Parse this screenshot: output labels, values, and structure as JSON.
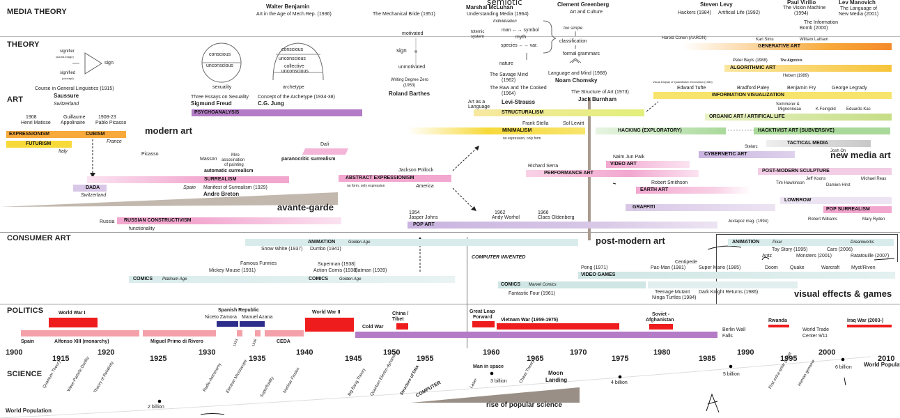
{
  "sections": {
    "media_theory": "MEDIA THEORY",
    "theory": "THEORY",
    "art": "ART",
    "consumer_art": "CONSUMER ART",
    "politics": "POLITICS",
    "science": "SCIENCE"
  },
  "big_labels": {
    "modern_art": "modern art",
    "avante_garde": "avante-garde",
    "post_modern_art": "post-modern art",
    "new_media_art": "new media art",
    "visual_effects": "visual effects & games",
    "computer_invented": "COMPUTER INVENTED",
    "rise_science": "rise of popular science",
    "world_population": "World Population",
    "world_population_right": "World Population"
  },
  "media_theory": {
    "benjamin_name": "Walter Benjamin",
    "benjamin_work": "Art in the Age of Mech.Rep. (1936)",
    "mechanical_bride": "The Mechanical Bride (1951)",
    "mcluhan_name": "Marshal McLuhan",
    "mcluhan_work": "Understanding Media (1964)",
    "greenberg_name": "Clement Greenberg",
    "greenberg_work": "Art and Culture",
    "levy_name": "Steven Levy",
    "levy_hackers": "Hackers (1984)",
    "levy_ai": "Artificial Life (1992)",
    "virilio_name": "Paul Virilio",
    "virilio_work": "The Vision Machine",
    "virilio_year": "(1994)",
    "manovich_name": "Lev Manovich",
    "manovich_work1": "The Language of",
    "manovich_work2": "New Media (2001)",
    "info_bomb1": "The Information",
    "info_bomb2": "Bomb (2000)",
    "handwritten": "semiotic"
  },
  "theory": {
    "signifier": "signifier",
    "sound_image": "(sound-image)",
    "signified": "signified",
    "concept": "(concept)",
    "sign": "sign",
    "saussure_work": "Course in General Linguistics (1915)",
    "saussure": "Saussure",
    "switzerland": "Switzerland",
    "conscious": "conscious",
    "unconscious": "unconscious",
    "sexuality": "sexuality",
    "jung_conscious": "conscious",
    "jung_unconscious": "unconscious",
    "collective1": "collective",
    "collective2": "unconscious",
    "archetype": "archetype",
    "freud_work": "Three Essays on Sexuality",
    "freud": "Sigmund Freud",
    "jung_work": "Concept of the Archetype (1934-38)",
    "jung": "C.G. Jung",
    "psychoanalysis": "PSYCHOANALYSIS",
    "motivated": "motivated",
    "sign2": "sign",
    "unmotivated": "unmotivated",
    "barthes_work1": "Writing Degree Zero",
    "barthes_work2": "(1953)",
    "barthes": "Roland Barthes",
    "individuation": "Individuation",
    "totemic1": "totemic",
    "totemic2": "system",
    "man_symbol": "man ←→ symbol",
    "myth": "myth",
    "species_var": "species ←→ var.",
    "nature": "nature",
    "too_simple": "too simple",
    "classification": "classification",
    "formal_grammars": "formal grammars",
    "savage1": "The Savage Mind",
    "savage2": "(1962)",
    "raw1": "The Raw and The Cooked",
    "raw2": "(1964)",
    "language_mind": "Language and Mind (1968)",
    "chomsky": "Noam Chomsky",
    "art_as_language1": "Art as a",
    "art_as_language2": "Language",
    "levi_strauss": "Levi-Strauss",
    "structure_art": "The Structure of Art (1973)",
    "burnham": "Jack Burnham",
    "structuralism": "STRUCTURALISM",
    "cohen": "Harold Cohen (AARON)",
    "karl_sims": "Karl Sims",
    "latham": "William Latham",
    "generative_art": "GENERATIVE ART",
    "beyls": "Peter Beyls (1988)",
    "algorists": "The Algorists",
    "algorithmic_art": "ALGORITHMIC ART",
    "hebert": "Hebert (1989)",
    "visual_display": "Visual Display of Quantitative Information (1983)",
    "tufte": "Edward Tufte",
    "paley": "Bradford Paley",
    "fry": "Benjamin Fry",
    "legrady": "George Legrady",
    "info_vis": "INFORMATION VISUALIZATION",
    "sommerer1": "Sommerer &",
    "sommerer2": "Mignonneau",
    "feingold": "K.Feingold",
    "kac": "Eduardo Kac",
    "organic_art": "ORGANIC ART / ARTIFICAL LIFE"
  },
  "art": {
    "y1908": "1908",
    "matisse": "Henri Matisse",
    "guillaume1": "Guillaume",
    "guillaume2": "Appolinaire",
    "y1908_23": "1908-23",
    "picasso_name": "Pablo Picasso",
    "expressionism": "EXPRESSIONISM",
    "cubism": "CUBISM",
    "futurism": "FUTURISM",
    "italy": "Italy",
    "france": "France",
    "picasso": "Picasso",
    "dada": "DADA",
    "dada_switzerland": "Switzerland",
    "masson": "Masson",
    "miro1": "Miro",
    "miro2": "assosination",
    "miro3": "of painting",
    "auto_surr": "automatic surrealism",
    "dali": "Dali",
    "paranoic": "paranocritic surrealism",
    "surrealism": "SURREALISM",
    "spain": "Spain",
    "manifest": "Manifest of Surrealism (1929)",
    "breton": "Andre Breton",
    "pollock": "Jackson Pollock",
    "abstract_exp": "ABSTRACT EXPRESSIONISM",
    "no_form": "no form, only expression",
    "america": "America",
    "stella": "Frank Stella",
    "lewitt": "Sol Lewitt",
    "minimalism": "MINIMALISM",
    "minimal_note": "no expression, only form",
    "hacking": "HACKING  (EXPLORATORY)",
    "hacktivist": "HACKTIVIST ART  (SUBVERSIVE)",
    "tactical": "TACTICAL MEDIA",
    "stelarc": "Stelarc",
    "josh_on": "Josh On",
    "cybernetic": "CYBERNETIC ART",
    "naim": "Naim Jun Paik",
    "video_art": "VIDEO ART",
    "sera": "Richard Serra",
    "performance": "PERFORMANCE ART",
    "post_sculpture": "POST-MODERN  SCULPTURE",
    "koons": "Jeff Koons",
    "hawkinson": "Tim Hawkinson",
    "hirst": "Damien Hirst",
    "reas": "Michael Reas",
    "smithson": "Robert Smithson",
    "earth_art": "EARTH ART",
    "graffiti": "GRAFFITI",
    "lowbrow": "LOWBROW",
    "pop_surrealism": "POP SURREALISM",
    "juxtapoz": "Juxtapoz  mag. (1994)",
    "williams": "Robert Williams",
    "ryden": "Mary Ryden",
    "russia": "Russia",
    "constructivism": "RUSSIAN  CONSTRUCTIVISM",
    "functionality": "functionality",
    "y1954": "1954",
    "johns": "Jasper Johns",
    "pop_art": "POP ART",
    "y1962": "1962",
    "warhol": "Andy Worhol",
    "y1966": "1966",
    "oldenberg": "Claes Oldenberg"
  },
  "consumer": {
    "animation": "ANIMATION",
    "golden_age": "Golden Age",
    "snow_white": "Snow White (1937)",
    "dumbo": "Dumbo (1941)",
    "famous_funnies": "Famous Funnies",
    "mickey": "Mickey Mouse (1931)",
    "superman": "Superman (1938)",
    "action_comis": "Action Comis (1938)",
    "batman": "Batman (1939)",
    "comics": "COMICS",
    "platinum": "Platinum Age",
    "comics2": "COMICS",
    "golden2": "Golden Age",
    "animation2": "ANIMATION",
    "pixar": "Pixar",
    "dreamworks": "Dreamworks",
    "toy_story": "Toy Story (1995)",
    "cars": "Cars (2006)",
    "antz": "Antz",
    "monsters": "Monsters (2001)",
    "ratatouille": "Ratatouille (2007)",
    "centipede": "Centipede",
    "pong": "Pong (1971)",
    "pacman": "Pac-Man (1981)",
    "mario": "Super Mario (1985)",
    "doom": "Doom",
    "quake": "Quake",
    "warcraft": "Warcraft",
    "myst": "Myst/Riven",
    "video_games": "VIDEO GAMES",
    "comics3": "COMICS",
    "marvel": "Marvel Comics",
    "ff": "Fantastic Four (1961)",
    "tmnt1": "Teenage Mutant",
    "tmnt2": "Ninga Turtles (1984)",
    "dark_knight": "Dark Knight Returns (1986)"
  },
  "politics": {
    "ww1": "World War I",
    "spanish_rep": "Spanish Republic",
    "zamora": "Niceto Zamora",
    "azana": "Manuel Azana",
    "ww2": "World War II",
    "china1": "China /",
    "china2": "Tibet",
    "leap1": "Great Leap",
    "leap2": "Forward",
    "vietnam": "Vietnam War  (1959-1975)",
    "soviet1": "Soviet -",
    "soviet2": "Afghanistan",
    "berlin1": "Berlin Wall",
    "berlin2": "Falls",
    "rwanda": "Rwanda",
    "wtc1": "World Trade",
    "wtc2": "Center 9/11",
    "iraq": "Iraq War (2003-)",
    "cold_war": "Cold War",
    "spain": "Spain",
    "alfonso": "Alfonso XIII (monarchy)",
    "primo": "Miguel Primo di Rivero",
    "y1933": "1933",
    "y1936": "1936",
    "ceda": "CEDA"
  },
  "years": [
    "1900",
    "1915",
    "1920",
    "1925",
    "1930",
    "1935",
    "1940",
    "1945",
    "1950",
    "1955",
    "1960",
    "1965",
    "1970",
    "1975",
    "1980",
    "1985",
    "1990",
    "1995",
    "2000",
    "2010"
  ],
  "science": {
    "quantum": "Quantum Theory",
    "wave": "Wave-Particle Duality",
    "relativity": "Theory of Relativity",
    "radio": "Radio-Astronomy",
    "electron": "Electron Microscope",
    "superfluidity": "Superfluidity",
    "nuclear": "Nuclear Fission",
    "bigbang": "Big Bang Theory",
    "qed": "Quantum Electro-dynamics",
    "dna": "Structure of DNA",
    "computer": "COMPUTER",
    "man_space": "Man in space",
    "laser": "Laser",
    "chaos": "Chaos Theory",
    "moon1": "Moon",
    "moon2": "Landing",
    "extrasolar": "First extra-solar planet",
    "genome": "Human genome"
  },
  "population": {
    "p2": "2 billion",
    "p3": "3 billion",
    "p4": "4 billion",
    "p5": "5 billion",
    "p6": "6 billion"
  },
  "colors": {
    "orange": "#f7a93b",
    "yellow": "#f7d93a",
    "pink": "#f2a7cf",
    "lilac": "#d8c7e6",
    "purple": "#b47bc6",
    "green": "#a9d99a",
    "lightgreen": "#d4eccb",
    "grey": "#c8c8c8",
    "mint": "#cfe6e4",
    "red": "#ee1c1c",
    "navy": "#2d2d8c",
    "rose": "#f3a0a8",
    "brown": "#a89a8e"
  }
}
